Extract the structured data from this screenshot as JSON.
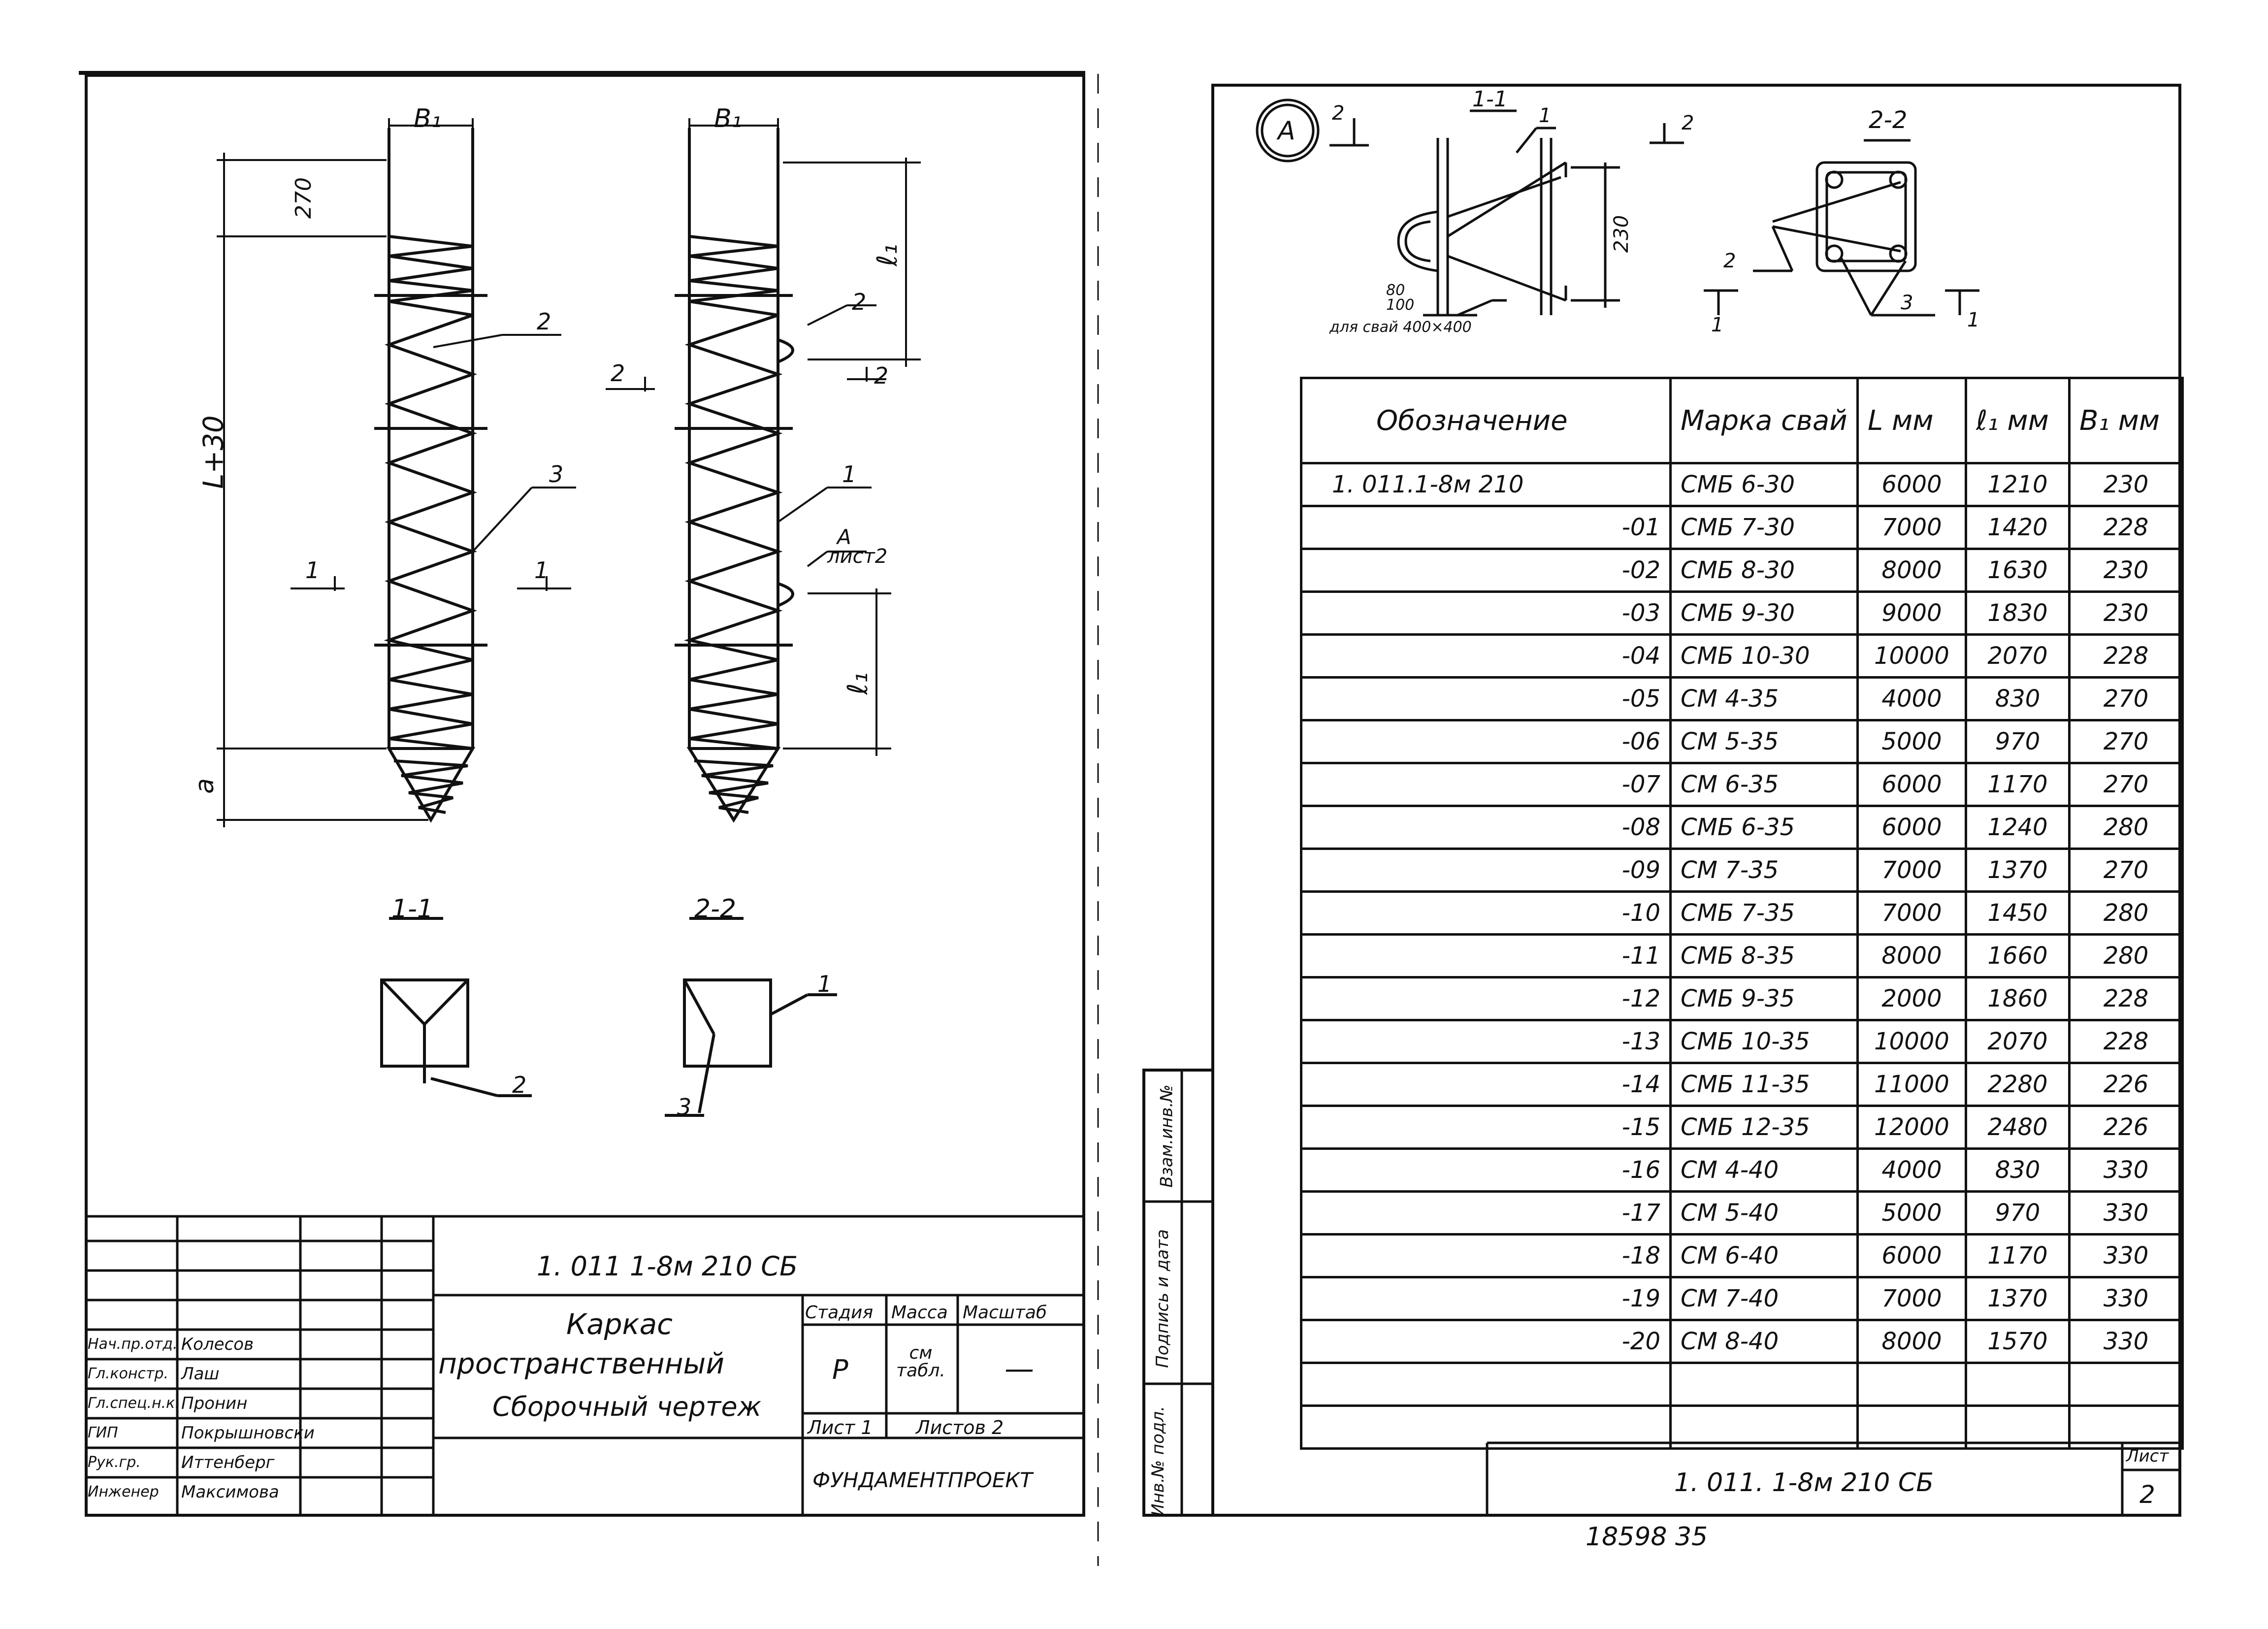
{
  "left_sheet": {
    "view_labels": {
      "b1": "B₁",
      "dim_270": "270",
      "dim_L30": "L+30",
      "dim_a": "a",
      "dim_l1": "ℓ₁",
      "cut_1": "1",
      "cut_2": "2",
      "callout_1": "1",
      "callout_2": "2",
      "callout_3": "3",
      "callout_A": "А",
      "list2": "лист2"
    },
    "section_1_1": "1-1",
    "section_2_2": "2-2"
  },
  "title_block": {
    "code": "1. 011 1-8м      210 СБ",
    "title_line1": "Каркас",
    "title_line2": "пространственный",
    "title_line3": "Сборочный чертеж",
    "stage_label": "Стадия",
    "mass_label": "Масса",
    "scale_label": "Масштаб",
    "stage_value": "Р",
    "mass_value": "см табл.",
    "scale_value": "—",
    "sheet_label": "Лист 1",
    "sheets_label": "Листов 2",
    "org": "ФУНДАМЕНТПРОЕКТ",
    "roles": [
      {
        "role": "Нач.пр.отд.",
        "name": "Колесов"
      },
      {
        "role": "Гл.констр.",
        "name": "Лаш"
      },
      {
        "role": "Гл.спец.н.к.",
        "name": "Пронин"
      },
      {
        "role": "ГИП",
        "name": "Покрышновски"
      },
      {
        "role": "Рук.гр.",
        "name": "Иттенберг"
      },
      {
        "role": "Инженер",
        "name": "Максимова"
      }
    ]
  },
  "right_sheet": {
    "detail_mark": "А",
    "section_1_1": "1-1",
    "section_2_2": "2-2",
    "dim_230": "230",
    "dim_80": "80",
    "dim_100": "100",
    "note": "для свай 400×400",
    "callouts": {
      "c1": "1",
      "c2": "2",
      "c3": "3",
      "cut1": "1",
      "cut2": "2"
    },
    "headers": [
      "Обозначение",
      "Марка свай",
      "L мм",
      "ℓ₁ мм",
      "B₁ мм"
    ],
    "rows": [
      [
        "1. 011.1-8м   210",
        "СМБ 6-30",
        "6000",
        "1210",
        "230"
      ],
      [
        "-01",
        "СМБ 7-30",
        "7000",
        "1420",
        "228"
      ],
      [
        "-02",
        "СМБ 8-30",
        "8000",
        "1630",
        "230"
      ],
      [
        "-03",
        "СМБ 9-30",
        "9000",
        "1830",
        "230"
      ],
      [
        "-04",
        "СМБ 10-30",
        "10000",
        "2070",
        "228"
      ],
      [
        "-05",
        "СМ 4-35",
        "4000",
        "830",
        "270"
      ],
      [
        "-06",
        "СМ 5-35",
        "5000",
        "970",
        "270"
      ],
      [
        "-07",
        "СМ 6-35",
        "6000",
        "1170",
        "270"
      ],
      [
        "-08",
        "СМБ 6-35",
        "6000",
        "1240",
        "280"
      ],
      [
        "-09",
        "СМ 7-35",
        "7000",
        "1370",
        "270"
      ],
      [
        "-10",
        "СМБ 7-35",
        "7000",
        "1450",
        "280"
      ],
      [
        "-11",
        "СМБ 8-35",
        "8000",
        "1660",
        "280"
      ],
      [
        "-12",
        "СМБ 9-35",
        "2000",
        "1860",
        "228"
      ],
      [
        "-13",
        "СМБ 10-35",
        "10000",
        "2070",
        "228"
      ],
      [
        "-14",
        "СМБ 11-35",
        "11000",
        "2280",
        "226"
      ],
      [
        "-15",
        "СМБ 12-35",
        "12000",
        "2480",
        "226"
      ],
      [
        "-16",
        "СМ 4-40",
        "4000",
        "830",
        "330"
      ],
      [
        "-17",
        "СМ 5-40",
        "5000",
        "970",
        "330"
      ],
      [
        "-18",
        "СМ 6-40",
        "6000",
        "1170",
        "330"
      ],
      [
        "-19",
        "СМ 7-40",
        "7000",
        "1370",
        "330"
      ],
      [
        "-20",
        "СМ 8-40",
        "8000",
        "1570",
        "330"
      ],
      [
        "",
        "",
        "",
        "",
        ""
      ],
      [
        "",
        "",
        "",
        "",
        ""
      ]
    ],
    "side_labels": [
      "Инв.№ подл.",
      "Подпись и дата",
      "Взам.инв.№"
    ],
    "footer_code": "1. 011. 1-8м      210 СБ",
    "footer_sheet_label": "Лист",
    "footer_sheet_value": "2"
  },
  "bottom_numbers": "18598   35"
}
